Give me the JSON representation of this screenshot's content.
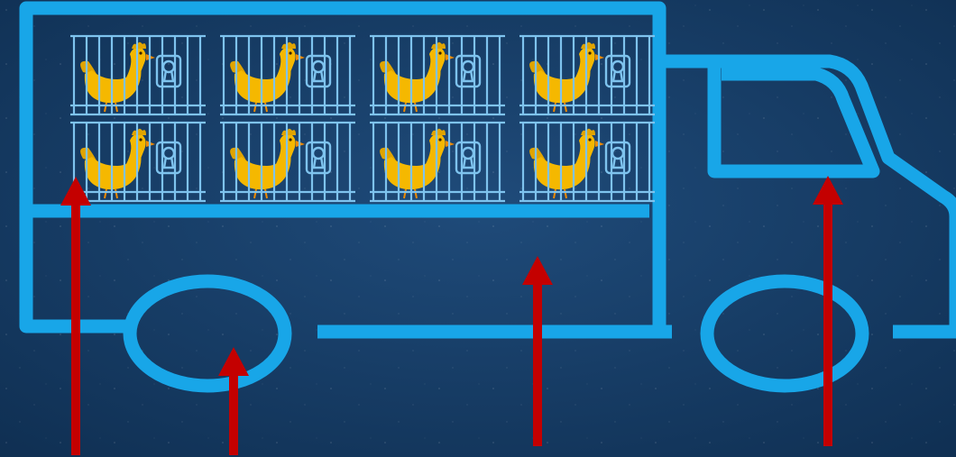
{
  "scene": {
    "description_free": true,
    "colors": {
      "background_center": "#1f4b7a",
      "background_edge": "#0f2f52",
      "truck_outline": "#18a6e8",
      "cage_bars": "#7ec3ee",
      "chicken": "#f5b800",
      "chicken_dark": "#e0a400",
      "beak": "#f08a00",
      "arrow": "#c40000"
    },
    "icons": {
      "truck": "truck-outline-icon",
      "cage": "chicken-cage-icon",
      "chicken": "chicken-icon",
      "lock": "keyhole-lock-icon",
      "arrow": "up-arrow-icon"
    },
    "cages": {
      "rows": 2,
      "columns": 4
    },
    "arrows": {
      "count": 4
    }
  }
}
